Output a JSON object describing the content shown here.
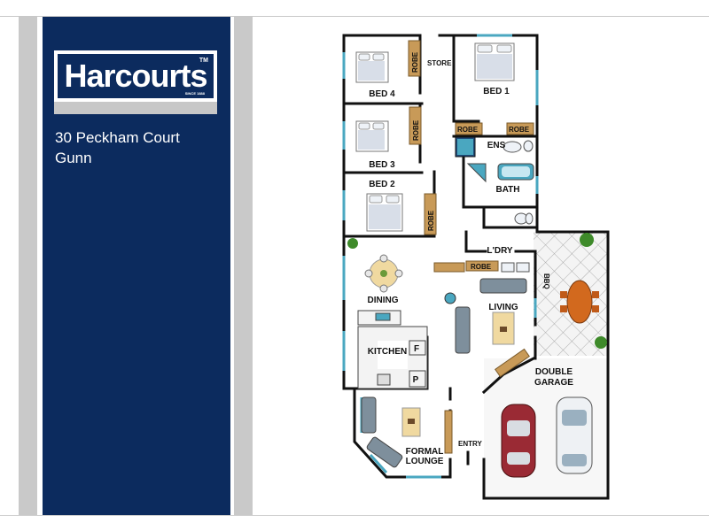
{
  "brand": {
    "name": "Harcourts",
    "tm": "TM",
    "since": "SINCE 1888"
  },
  "address": {
    "line1": "30 Peckham Court",
    "line2": "Gunn"
  },
  "floorplan": {
    "rooms": {
      "bed4": "BED 4",
      "bed3": "BED 3",
      "bed2": "BED 2",
      "bed1": "BED 1",
      "store": "STORE",
      "ens": "ENS",
      "bath": "BATH",
      "laundry": "L'DRY",
      "dining": "DINING",
      "kitchen": "KITCHEN",
      "living": "LIVING",
      "garage_1": "DOUBLE",
      "garage_2": "GARAGE",
      "lounge_1": "FORMAL",
      "lounge_2": "LOUNGE",
      "entry": "ENTRY",
      "bbq": "BBQ"
    },
    "fittings": {
      "robe": "ROBE",
      "fridge": "F",
      "pantry": "P"
    }
  },
  "colors": {
    "navy": "#0c2b5e",
    "grey_stripe": "#c9c9c9",
    "wall": "#111111",
    "robe": "#c89a58",
    "window": "#4aa7c0"
  }
}
